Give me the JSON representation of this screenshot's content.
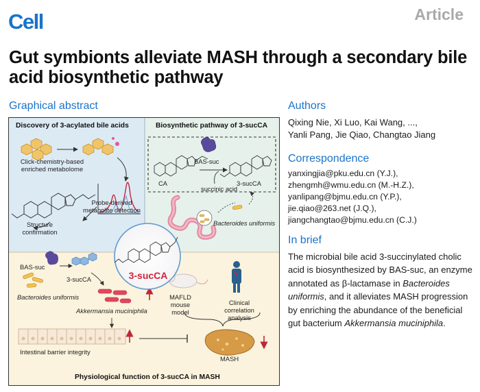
{
  "header": {
    "journal": "Cell",
    "article_type": "Article",
    "title": "Gut symbionts alleviate MASH through a secondary bile acid biosynthetic pathway"
  },
  "graphical_abstract": {
    "heading": "Graphical abstract",
    "panel_discovery": {
      "title": "Discovery of 3-acylated bile acids",
      "label_click": "Click-chemistry-based enriched metabolome",
      "label_probe": "Probe-derived metabolite detection",
      "label_structure": "Structure confirmation"
    },
    "panel_pathway": {
      "title": "Biosynthetic pathway of 3-sucCA",
      "enzyme": "BAS-suc",
      "substrate": "CA",
      "cosubstrate": "succinic acid",
      "product": "3-sucCA",
      "bacterium": "Bacteroides uniformis"
    },
    "center": {
      "compound": "3-sucCA"
    },
    "panel_physiology": {
      "title": "Physiological function of 3-sucCA in MASH",
      "enzyme": "BAS-suc",
      "product": "3-sucCA",
      "bacterium_1": "Bacteroides uniformis",
      "bacterium_2": "Akkermansia muciniphila",
      "model": "MAFLD mouse model",
      "clinical": "Clinical correlation analysis",
      "barrier": "Intestinal barrier integrity",
      "disease": "MASH"
    },
    "colors": {
      "panel_blue": "#dceaf4",
      "panel_green": "#e6f1ec",
      "panel_cream": "#fbf3dd",
      "accent_red": "#d2233b"
    }
  },
  "authors": {
    "heading": "Authors",
    "line_1": "Qixing Nie, Xi Luo, Kai Wang, ...,",
    "line_2": "Yanli Pang, Jie Qiao, Changtao Jiang"
  },
  "correspondence": {
    "heading": "Correspondence",
    "emails": [
      "yanxingjia@pku.edu.cn (Y.J.),",
      "zhengmh@wmu.edu.cn (M.-H.Z.),",
      "yanlipang@bjmu.edu.cn (Y.P.),",
      "jie.qiao@263.net (J.Q.),",
      "jiangchangtao@bjmu.edu.cn (C.J.)"
    ]
  },
  "in_brief": {
    "heading": "In brief",
    "part_1": "The microbial bile acid 3-succinylated cholic acid is biosynthesized by BAS-suc, an enzyme annotated as β-lactamase in ",
    "italic_1": "Bacteroides uniformis",
    "part_2": ", and it alleviates MASH progression by enriching the abundance of the beneficial gut bacterium ",
    "italic_2": "Akkermansia muciniphila",
    "part_3": "."
  }
}
